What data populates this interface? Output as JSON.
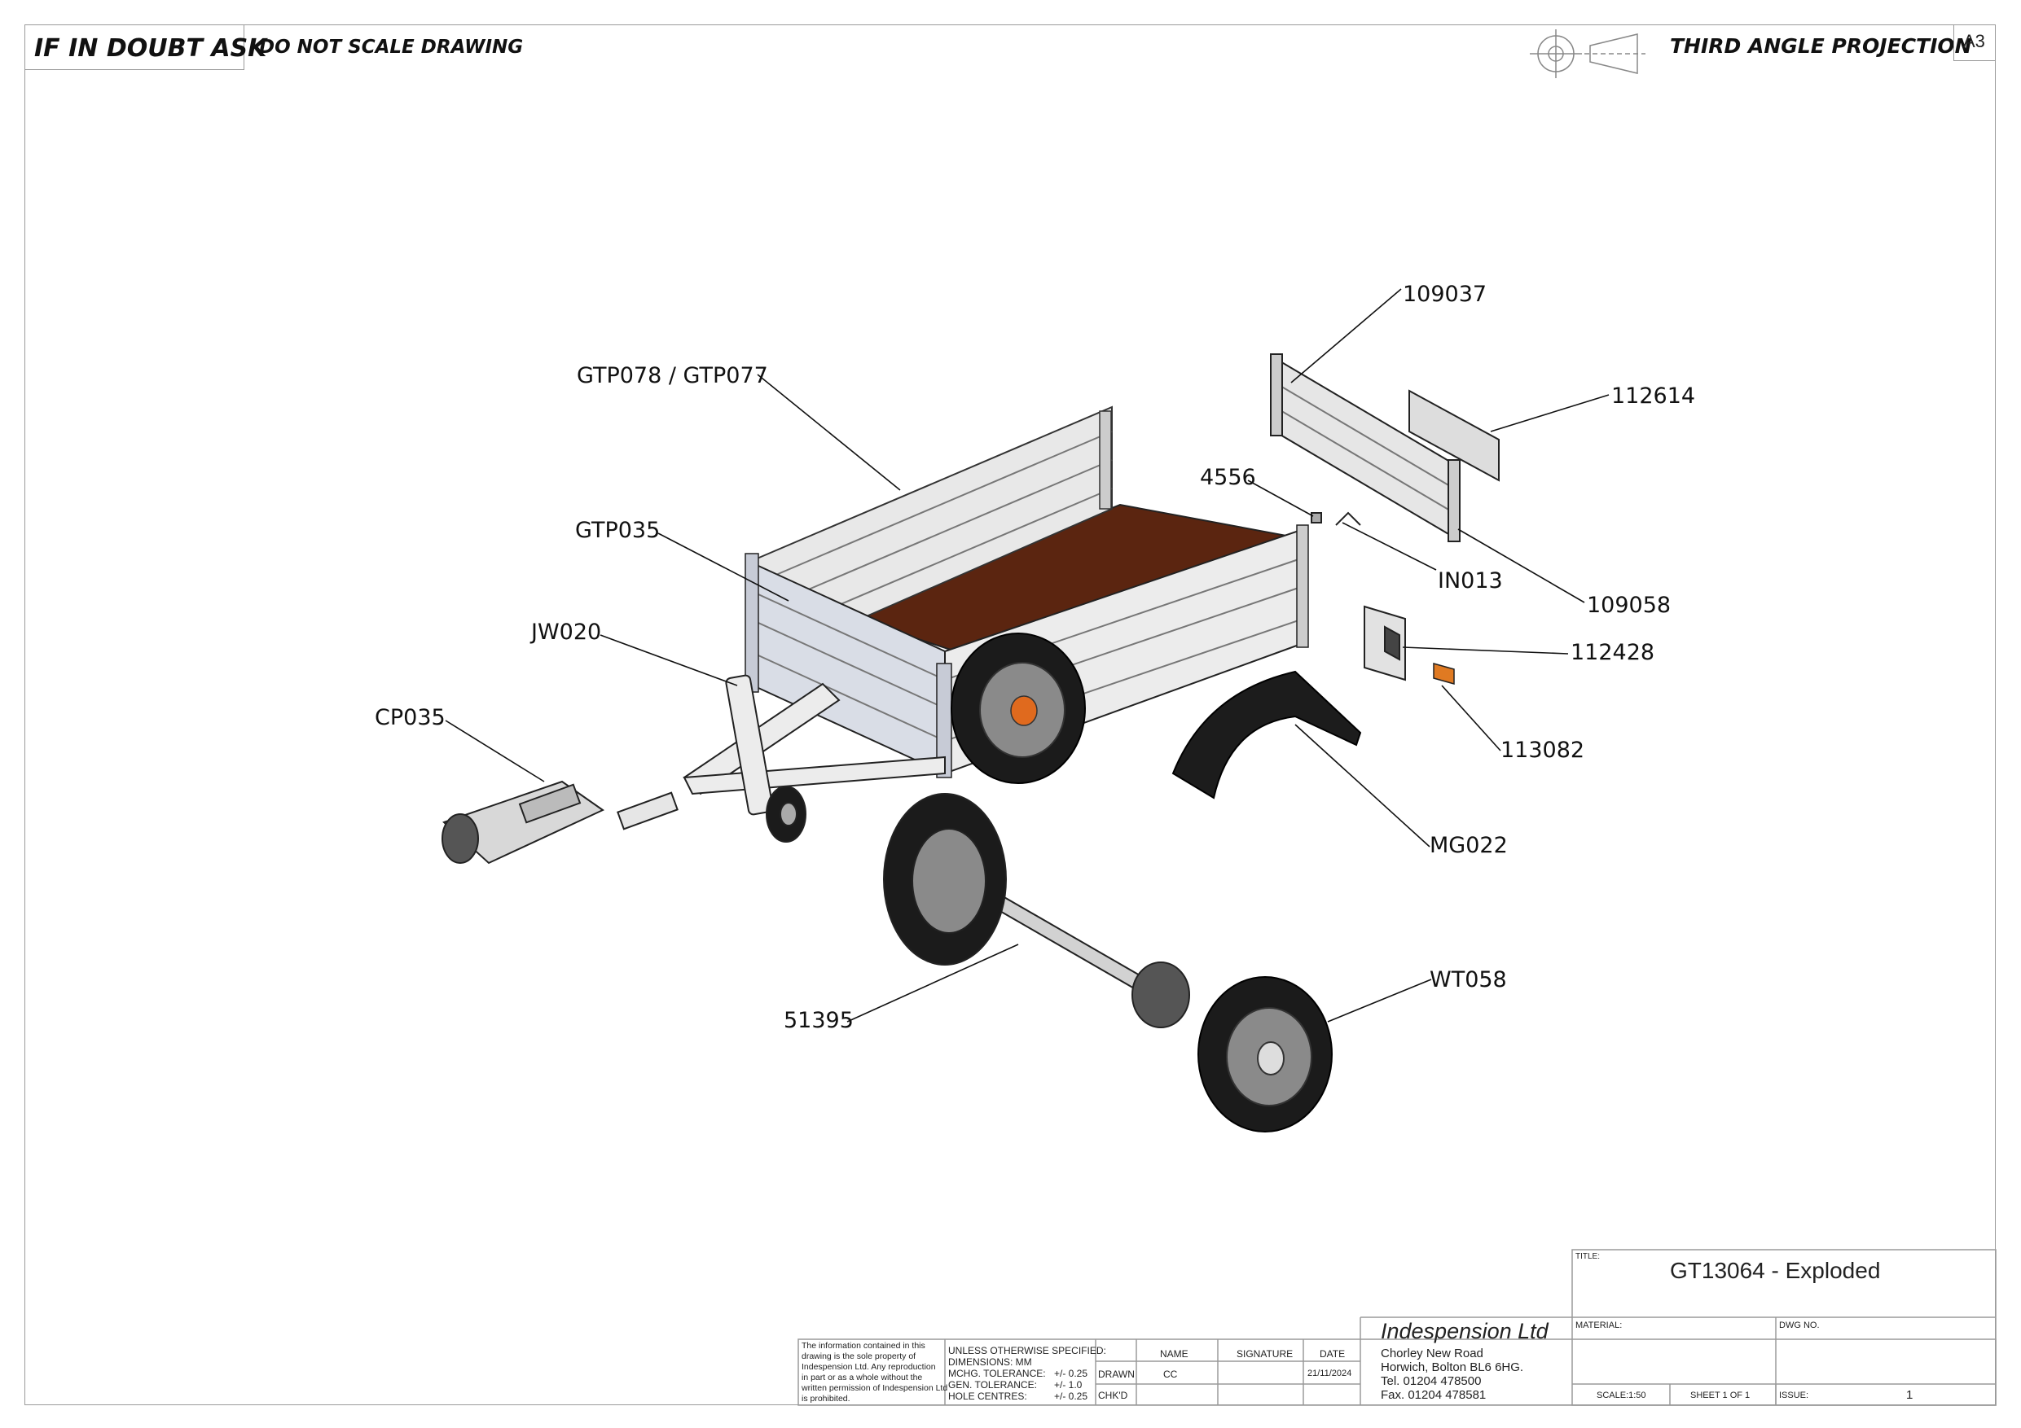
{
  "header": {
    "doubt": "IF IN DOUBT ASK",
    "no_scale": "DO NOT SCALE DRAWING",
    "projection": "THIRD ANGLE PROJECTION",
    "sheet_size": "A3"
  },
  "callouts": {
    "c109037": "109037",
    "c112614": "112614",
    "cGTP078": "GTP078 / GTP077",
    "c4556": "4556",
    "cGTP035": "GTP035",
    "cIN013": "IN013",
    "c109058": "109058",
    "cJW020": "JW020",
    "c112428": "112428",
    "cCP035": "CP035",
    "c113082": "113082",
    "cMG022": "MG022",
    "cWT058": "WT058",
    "c51395": "51395"
  },
  "title_block": {
    "notice": [
      "The information contained in this",
      "drawing is the sole property of",
      "Indespension Ltd. Any reproduction",
      "in part or as a whole without the",
      "written permission of Indespension Ltd",
      "is prohibited."
    ],
    "spec_heading": "UNLESS OTHERWISE SPECIFIED:",
    "dimensions": "DIMENSIONS:  MM",
    "mchg_label": "MCHG. TOLERANCE:",
    "mchg_value": "+/- 0.25",
    "gen_label": "GEN. TOLERANCE:",
    "gen_value": "+/- 1.0",
    "hole_label": "HOLE CENTRES:",
    "hole_value": "+/- 0.25",
    "col_name": "NAME",
    "col_signature": "SIGNATURE",
    "col_date": "DATE",
    "row_drawn": "DRAWN",
    "row_chkd": "CHK'D",
    "drawn_name": "CC",
    "drawn_date": "21/11/2024",
    "company": "Indespension Ltd",
    "address1": "Chorley New Road",
    "address2": "Horwich, Bolton BL6 6HG.",
    "tel": "Tel. 01204 478500",
    "fax": "Fax. 01204 478581",
    "title_label": "TITLE:",
    "title": "GT13064 - Exploded",
    "material_label": "MATERIAL:",
    "dwg_no_label": "DWG NO.",
    "scale": "SCALE:1:50",
    "sheet": "SHEET 1 OF 1",
    "issue_label": "ISSUE:",
    "issue": "1"
  }
}
